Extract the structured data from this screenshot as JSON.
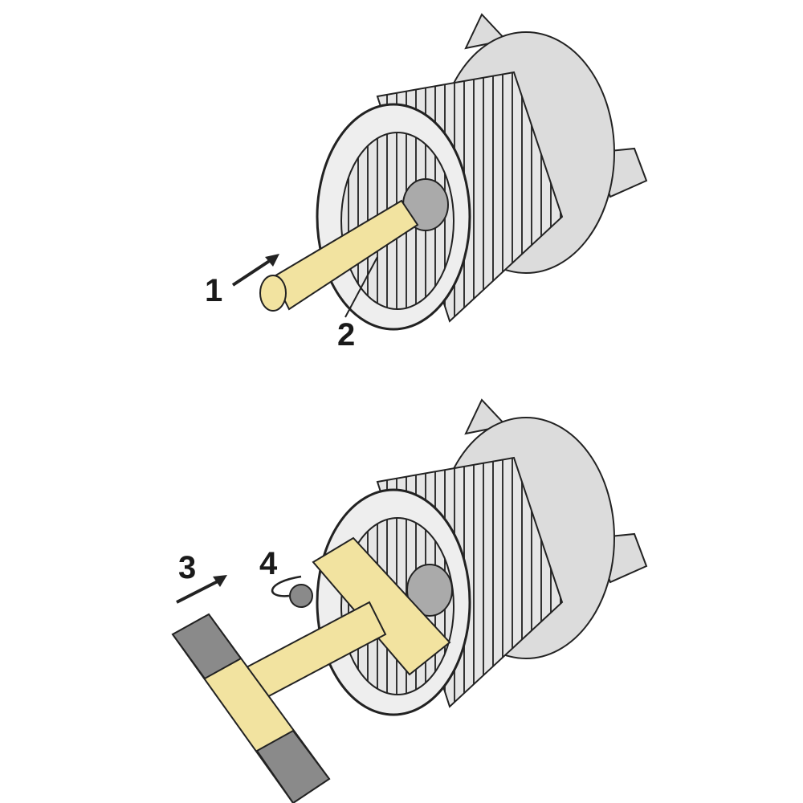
{
  "steps": {
    "step1": {
      "label": "1"
    },
    "step2": {
      "label": "2"
    },
    "step3": {
      "label": "3"
    },
    "step4": {
      "label": "4"
    }
  },
  "colors": {
    "tool_yellow": "#f2e3a0",
    "motor_gray": "#dcdcdc",
    "grip_gray": "#8a8a8a",
    "line": "#222222"
  }
}
